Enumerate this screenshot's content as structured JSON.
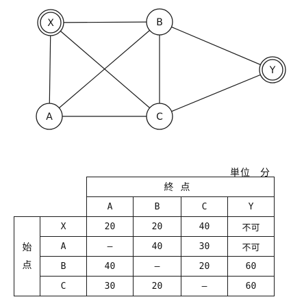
{
  "graph": {
    "nodes": [
      {
        "id": "X",
        "label": "X",
        "double": true
      },
      {
        "id": "B",
        "label": "B",
        "double": false
      },
      {
        "id": "Y",
        "label": "Y",
        "double": true
      },
      {
        "id": "A",
        "label": "A",
        "double": false
      },
      {
        "id": "C",
        "label": "C",
        "double": false
      }
    ],
    "edges": [
      [
        "X",
        "B"
      ],
      [
        "X",
        "A"
      ],
      [
        "X",
        "C"
      ],
      [
        "B",
        "A"
      ],
      [
        "B",
        "C"
      ],
      [
        "B",
        "Y"
      ],
      [
        "A",
        "C"
      ],
      [
        "C",
        "Y"
      ]
    ]
  },
  "table": {
    "unit_label": "単位",
    "unit_value": "分",
    "column_group": "終点",
    "row_group": [
      "始",
      "点"
    ],
    "columns": [
      "A",
      "B",
      "C",
      "Y"
    ],
    "rows": [
      {
        "label": "X",
        "values": [
          "20",
          "20",
          "40",
          "不可"
        ]
      },
      {
        "label": "A",
        "values": [
          "—",
          "40",
          "30",
          "不可"
        ]
      },
      {
        "label": "B",
        "values": [
          "40",
          "—",
          "20",
          "60"
        ]
      },
      {
        "label": "C",
        "values": [
          "30",
          "20",
          "—",
          "60"
        ]
      }
    ]
  }
}
